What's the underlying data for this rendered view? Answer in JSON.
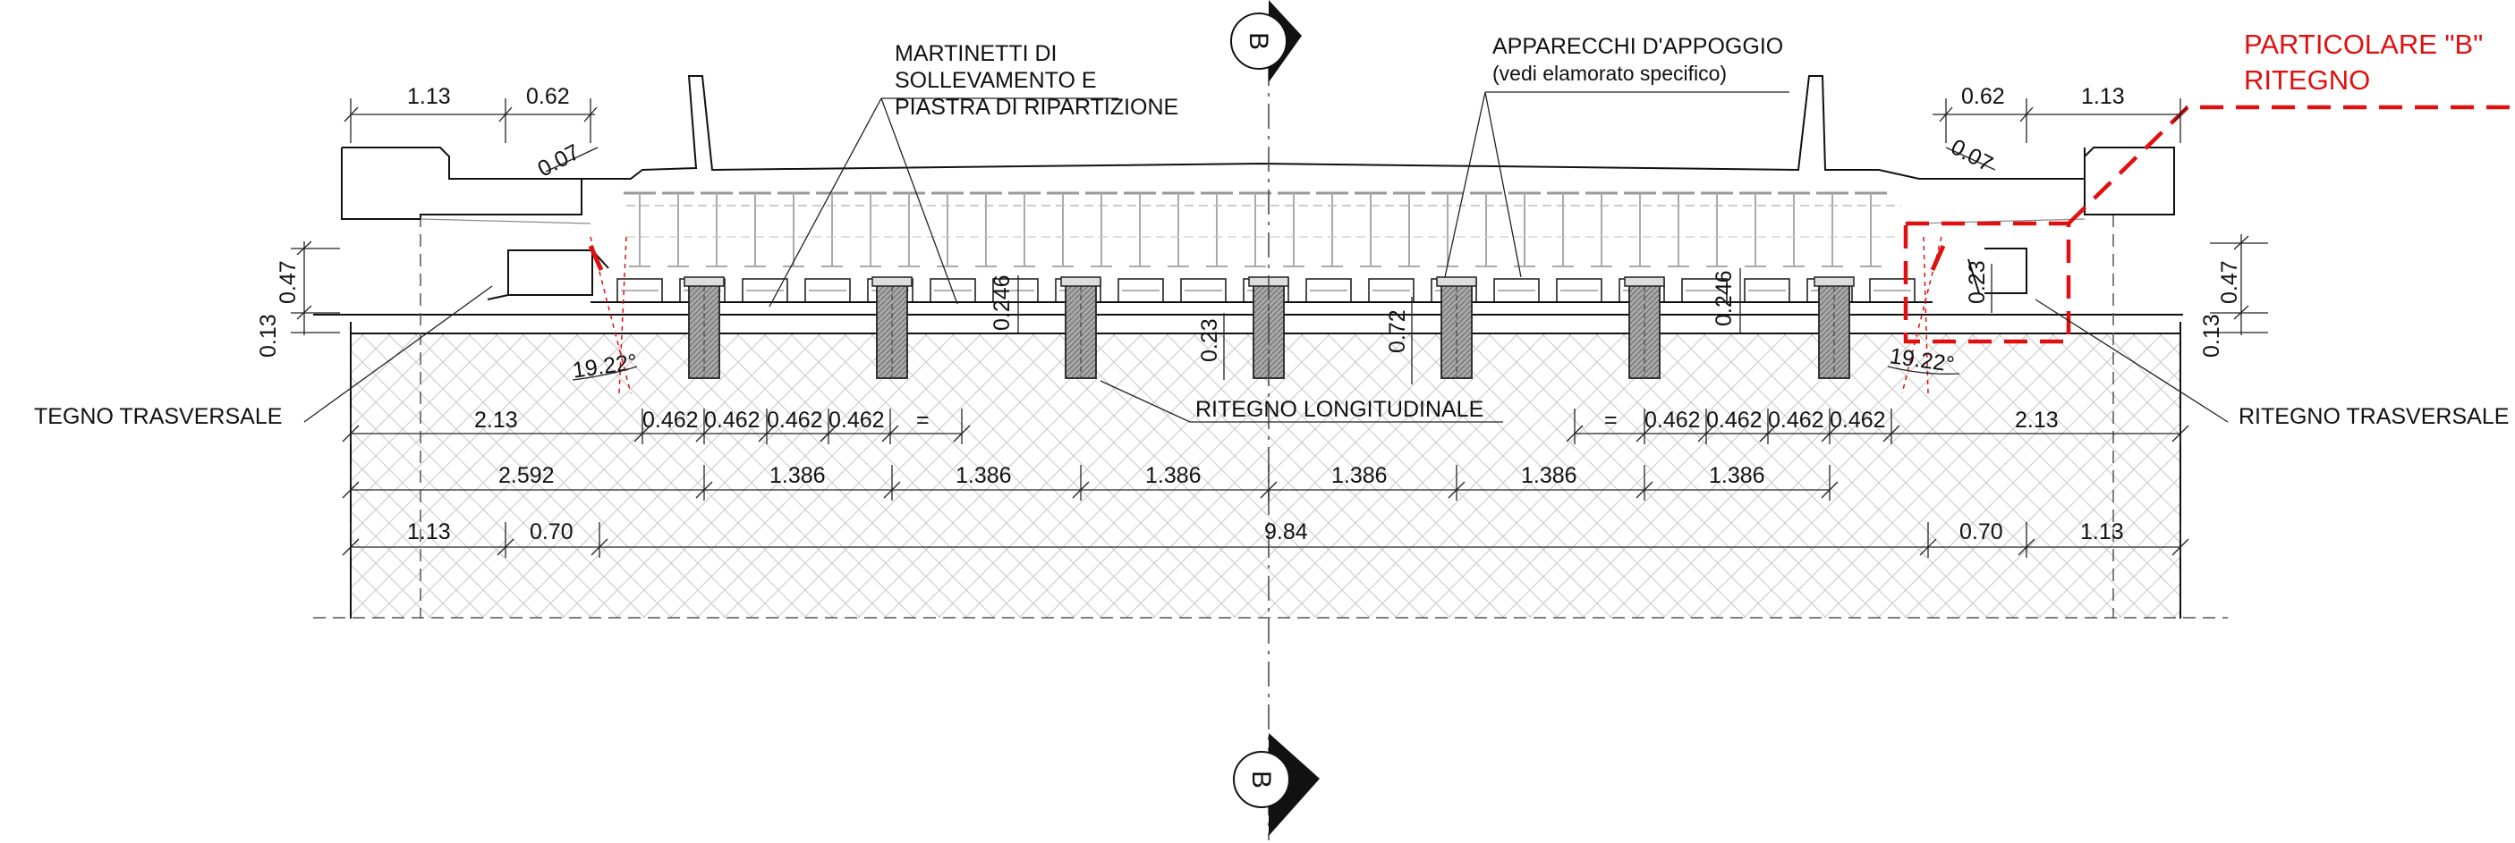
{
  "section_marker": {
    "letter": "B"
  },
  "notes": {
    "jacks": [
      "MARTINETTI DI",
      "SOLLEVAMENTO E",
      "PIASTRA DI RIPARTIZIONE"
    ],
    "bearings": [
      "APPARECCHI D'APPOGGIO",
      "(vedi elamorato specifico)"
    ],
    "detail_title": [
      "PARTICOLARE \"B\"",
      "RITEGNO"
    ],
    "transverse_left": "TEGNO TRASVERSALE",
    "transverse_right": "RITEGNO TRASVERSALE",
    "longitudinal": "RITEGNO LONGITUDINALE"
  },
  "dimensions": {
    "top_left_a": "1.13",
    "top_left_b": "0.62",
    "top_left_slope": "0.07",
    "top_right_a": "0.62",
    "top_right_b": "1.13",
    "top_right_slope": "0.07",
    "left_vert_a": "0.13",
    "left_vert_b": "0.47",
    "right_vert_a": "0.13",
    "right_vert_b": "0.47",
    "angle_left": "19.22°",
    "angle_right": "19.22°",
    "pedestal_a": "0.246",
    "pedestal_b": "0.246",
    "stopper_h": "0.23",
    "stopper_total": "0.72",
    "detail_h": "0.23",
    "row1_left": [
      "2.13",
      "0.462",
      "0.462",
      "0.462",
      "0.462",
      "="
    ],
    "row1_right": [
      "=",
      "0.462",
      "0.462",
      "0.462",
      "0.462",
      "2.13"
    ],
    "row2": [
      "2.592",
      "1.386",
      "1.386",
      "1.386",
      "1.386",
      "1.386",
      "1.386"
    ],
    "row3": [
      "1.13",
      "0.70",
      "9.84",
      "0.70",
      "1.13"
    ]
  },
  "colors": {
    "ink": "#111111",
    "detail_red": "#e01010",
    "hatch": "#c8c8c8",
    "jack_fill": "#9a9a9a"
  }
}
